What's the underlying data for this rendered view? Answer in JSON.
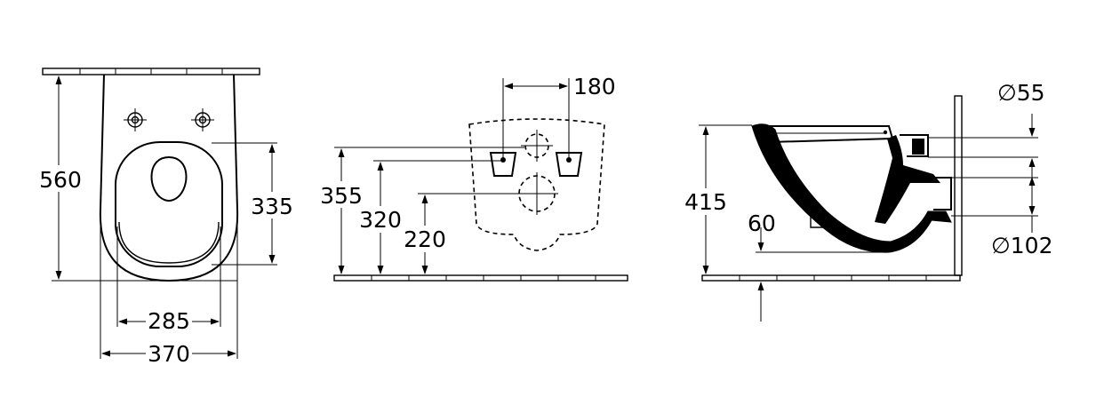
{
  "front_view": {
    "dims": {
      "height": "560",
      "seat": "335",
      "inner_width": "285",
      "outer_width": "370"
    }
  },
  "wall_plan": {
    "dims": {
      "spacing": "180",
      "h355": "355",
      "h320": "320",
      "h220": "220"
    }
  },
  "side_view": {
    "dims": {
      "height": "415",
      "floor_gap": "60",
      "pipe_small": "∅55",
      "pipe_large": "∅102"
    }
  }
}
